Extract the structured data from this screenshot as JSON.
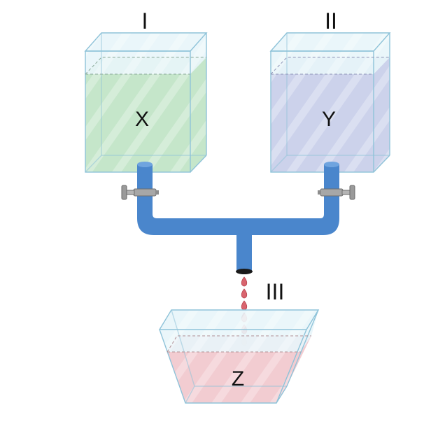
{
  "containers": [
    {
      "numeral": "I",
      "liquid_label": "X",
      "liquid_color": "#bfe3c4"
    },
    {
      "numeral": "II",
      "liquid_label": "Y",
      "liquid_color": "#c6cde9"
    },
    {
      "numeral": "III",
      "liquid_label": "Z",
      "liquid_color": "#f1c6cc"
    }
  ],
  "colors": {
    "pipe": "#4a86cc",
    "glass_edge": "#8fc3d9",
    "glass_top": "#e6f4fa",
    "drop": "#d9646e",
    "valve": "#9a9a9a"
  },
  "icons": [
    "left-valve-icon",
    "right-valve-icon",
    "droplet-icon"
  ]
}
